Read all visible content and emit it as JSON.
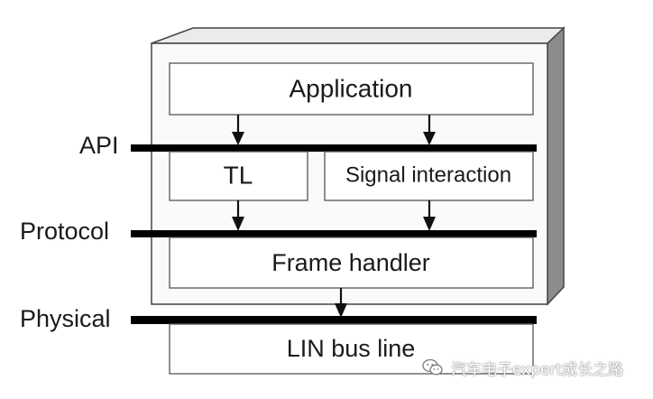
{
  "layers": {
    "api": "API",
    "protocol": "Protocol",
    "physical": "Physical"
  },
  "blocks": {
    "application": "Application",
    "tl": "TL",
    "signal_interaction": "Signal interaction",
    "frame_handler": "Frame handler",
    "lin_bus_line": "LIN bus line"
  },
  "watermark": {
    "text": "汽车电子expert成长之路",
    "icon": "wechat-icon"
  }
}
